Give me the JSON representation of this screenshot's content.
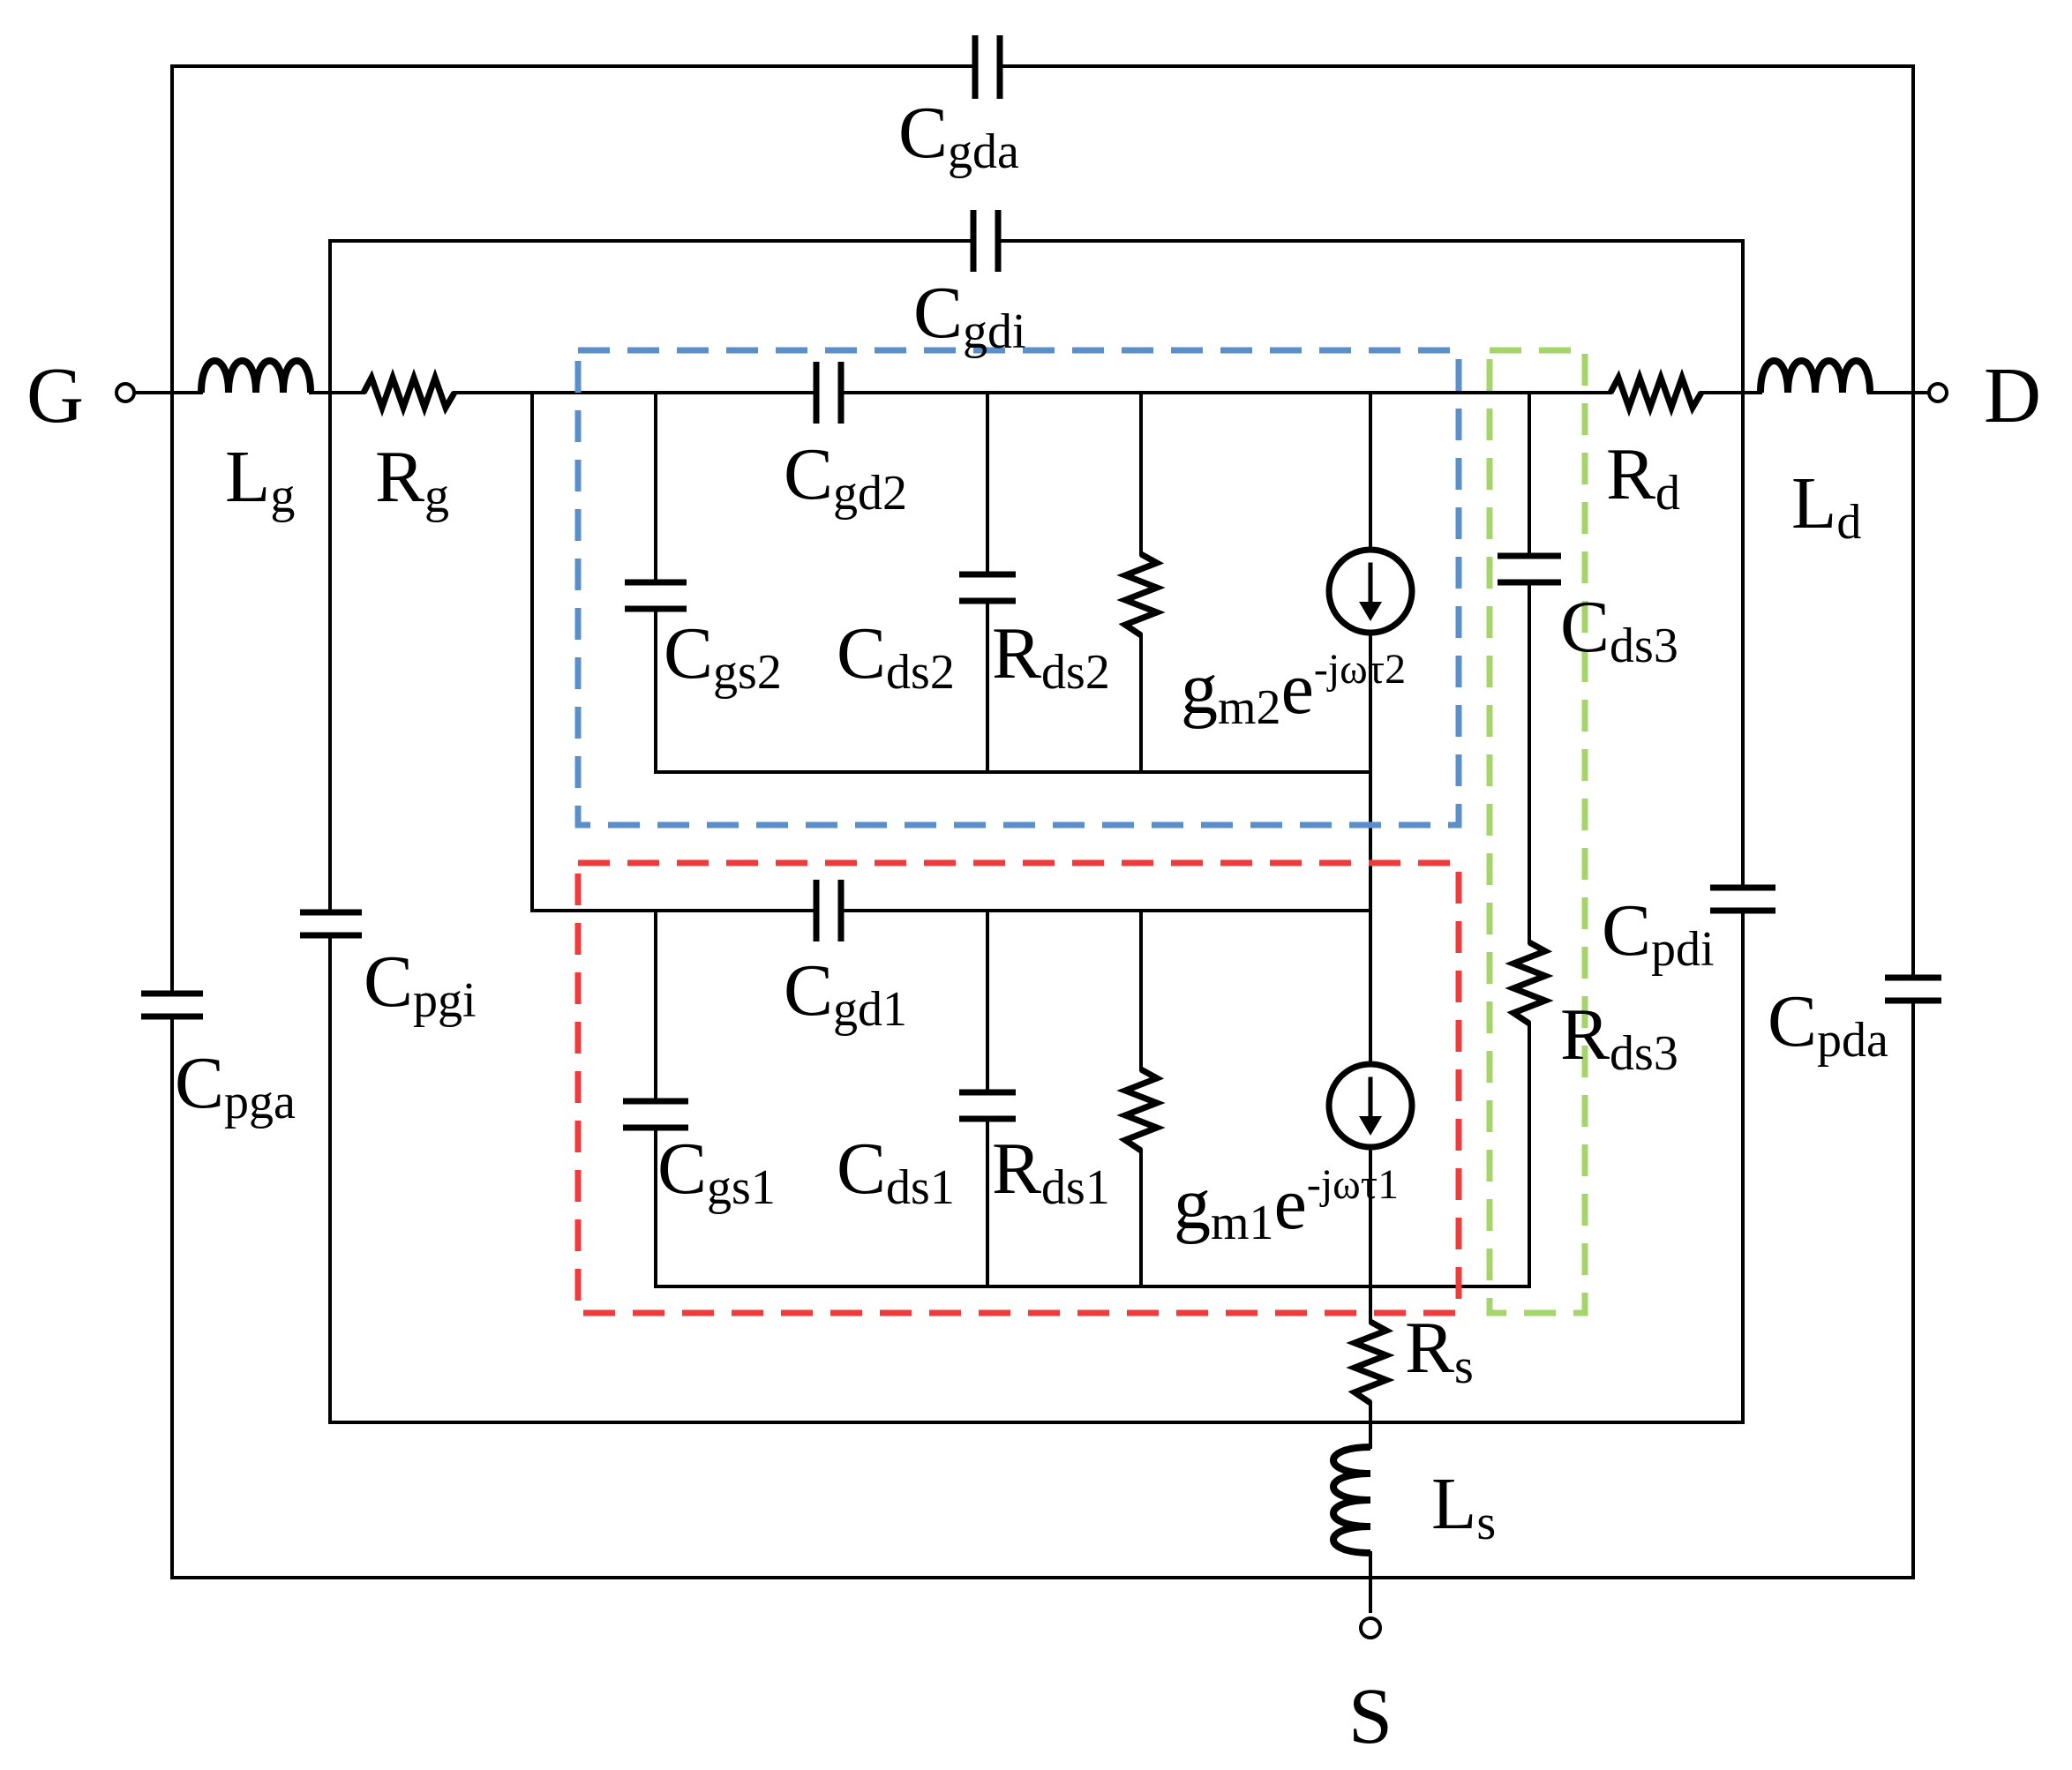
{
  "terminals": {
    "gate": "G",
    "drain": "D",
    "source": "S"
  },
  "labels": {
    "cgda": {
      "main": "C",
      "sub": "gda"
    },
    "cgdi": {
      "main": "C",
      "sub": "gdi"
    },
    "lg": {
      "main": "L",
      "sub": "g"
    },
    "rg": {
      "main": "R",
      "sub": "g"
    },
    "cgd2": {
      "main": "C",
      "sub": "gd2"
    },
    "rd": {
      "main": "R",
      "sub": "d"
    },
    "ld": {
      "main": "L",
      "sub": "d"
    },
    "cgs2": {
      "main": "C",
      "sub": "gs2"
    },
    "cds2": {
      "main": "C",
      "sub": "ds2"
    },
    "rds2": {
      "main": "R",
      "sub": "ds2"
    },
    "gm2": {
      "main": "g",
      "sub": "m2",
      "tail": "e",
      "sup": "-jωτ2"
    },
    "cds3": {
      "main": "C",
      "sub": "ds3"
    },
    "cpgi": {
      "main": "C",
      "sub": "pgi"
    },
    "cpga": {
      "main": "C",
      "sub": "pga"
    },
    "cgd1": {
      "main": "C",
      "sub": "gd1"
    },
    "cgs1": {
      "main": "C",
      "sub": "gs1"
    },
    "cds1": {
      "main": "C",
      "sub": "ds1"
    },
    "rds1": {
      "main": "R",
      "sub": "ds1"
    },
    "gm1": {
      "main": "g",
      "sub": "m1",
      "tail": "e",
      "sup": "-jωτ1"
    },
    "cpdi": {
      "main": "C",
      "sub": "pdi"
    },
    "cpda": {
      "main": "C",
      "sub": "pda"
    },
    "rds3": {
      "main": "R",
      "sub": "ds3"
    },
    "rs": {
      "main": "R",
      "sub": "s"
    },
    "ls": {
      "main": "L",
      "sub": "s"
    }
  },
  "regions": {
    "blue": {
      "color": "#5b8fc9"
    },
    "red": {
      "color": "#ee3b3b"
    },
    "green": {
      "color": "#a5d46a"
    }
  }
}
